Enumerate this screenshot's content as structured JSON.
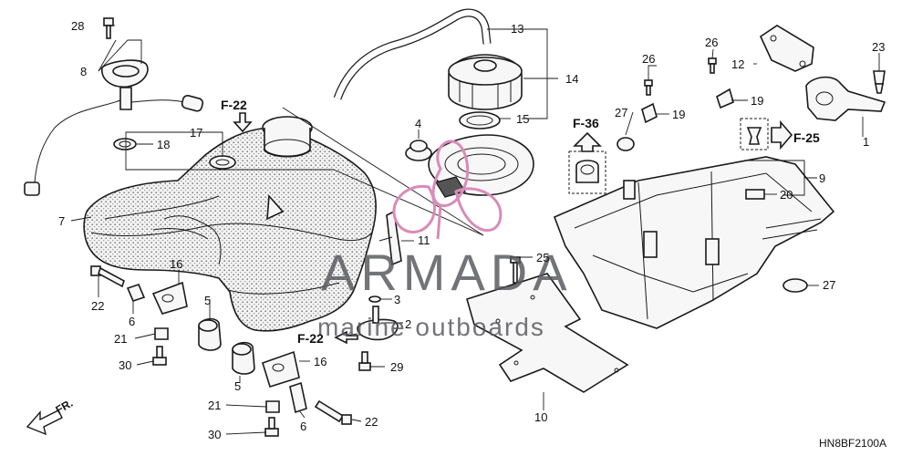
{
  "callouts": {
    "c1": "1",
    "c2": "2",
    "c3": "3",
    "c4": "4",
    "c5a": "5",
    "c5b": "5",
    "c6a": "6",
    "c6b": "6",
    "c7": "7",
    "c8": "8",
    "c9": "9",
    "c10": "10",
    "c11": "11",
    "c12": "12",
    "c13": "13",
    "c14": "14",
    "c15": "15",
    "c16a": "16",
    "c16b": "16",
    "c17": "17",
    "c18": "18",
    "c19a": "19",
    "c19b": "19",
    "c20": "20",
    "c21a": "21",
    "c21b": "21",
    "c22a": "22",
    "c22b": "22",
    "c23": "23",
    "c25": "25",
    "c26a": "26",
    "c26b": "26",
    "c27a": "27",
    "c27b": "27",
    "c28": "28",
    "c29": "29",
    "c30a": "30",
    "c30b": "30"
  },
  "references": {
    "f22_top": "F-22",
    "f22_bottom": "F-22",
    "f36": "F-36",
    "f25": "F-25"
  },
  "direction": {
    "label": "FR."
  },
  "diagram_code": "HN8BF2100A",
  "watermark": {
    "brand": "ARMADA",
    "tagline": "marine outboards",
    "logo_color": "#d98bb8",
    "text_color": "#55565a"
  }
}
